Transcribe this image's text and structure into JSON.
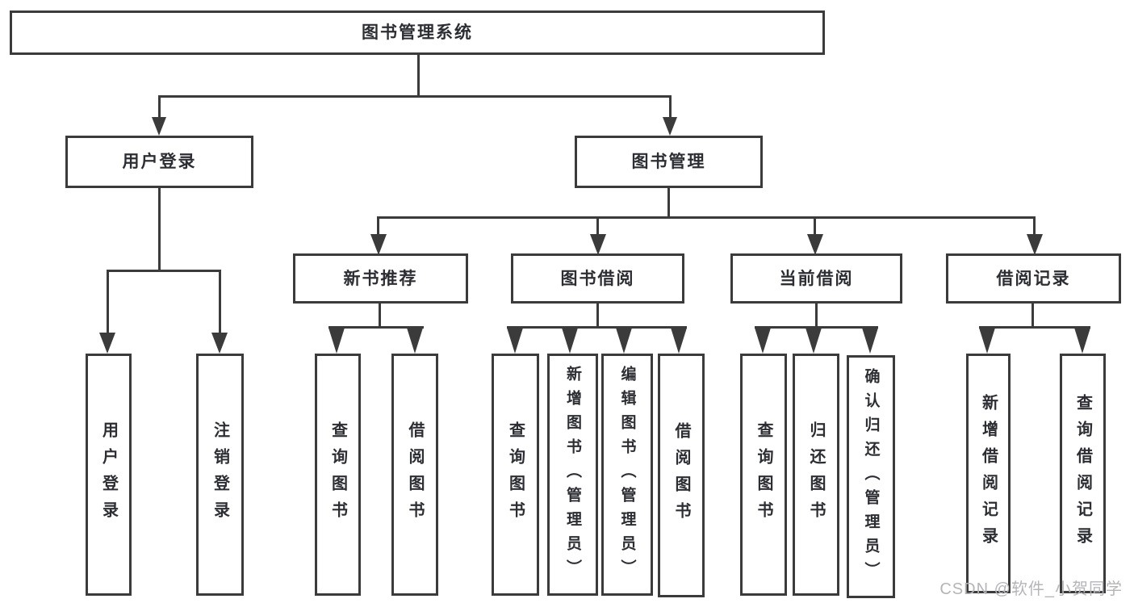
{
  "tree": {
    "root": {
      "label": "图书管理系统",
      "children": [
        {
          "label": "用户登录",
          "children": [
            {
              "label": "用户登录"
            },
            {
              "label": "注销登录"
            }
          ]
        },
        {
          "label": "图书管理",
          "children": [
            {
              "label": "新书推荐",
              "children": [
                {
                  "label": "查询图书"
                },
                {
                  "label": "借阅图书"
                }
              ]
            },
            {
              "label": "图书借阅",
              "children": [
                {
                  "label": "查询图书"
                },
                {
                  "label": "新增图书（管理员）"
                },
                {
                  "label": "编辑图书（管理员）"
                },
                {
                  "label": "借阅图书"
                }
              ]
            },
            {
              "label": "当前借阅",
              "children": [
                {
                  "label": "查询图书"
                },
                {
                  "label": "归还图书"
                },
                {
                  "label": "确认归还（管理员）"
                }
              ]
            },
            {
              "label": "借阅记录",
              "children": [
                {
                  "label": "新增借阅记录"
                },
                {
                  "label": "查询借阅记录"
                }
              ]
            }
          ]
        }
      ]
    }
  },
  "watermark": "CSDN @软件_小贺同学",
  "colors": {
    "line": "#3b3b3b",
    "text": "#2c2e33",
    "watermark": "#b5b5b9",
    "background": "#ffffff"
  }
}
